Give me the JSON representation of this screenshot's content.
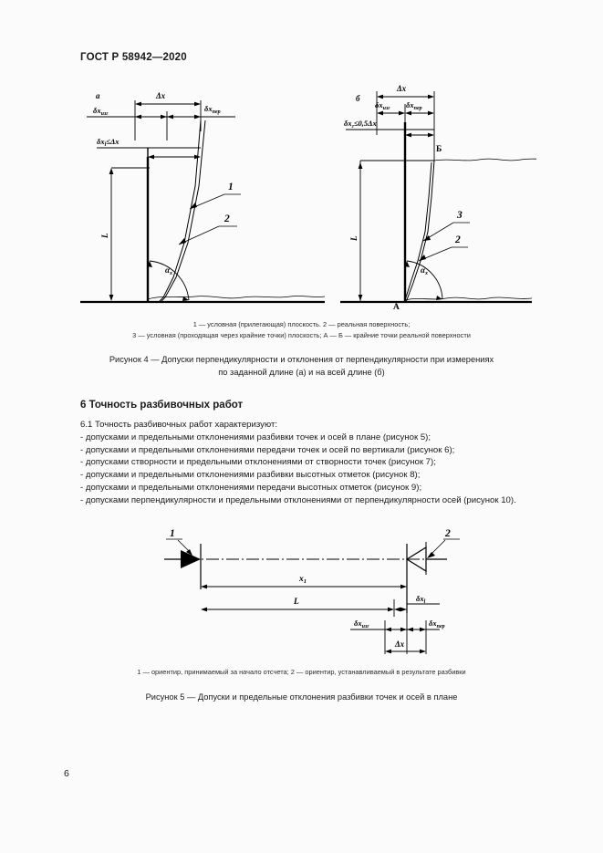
{
  "document": {
    "standard_header": "ГОСТ Р 58942—2020",
    "page_number": "6"
  },
  "figure4": {
    "label_a": "а",
    "label_b": "б",
    "diagram_a": {
      "dim_delta_x": "Δx",
      "dim_dx_izg": "δx",
      "dim_dx_izg_sub": "изг",
      "dim_dx_per": "δx",
      "dim_dx_per_sub": "пер",
      "dim_dx_l": "δx",
      "dim_dx_l_sub": "l",
      "dim_dx_l_rel": "≤Δx",
      "dim_L": "L",
      "angle_label": "α",
      "angle_sub": "x",
      "callout_1": "1",
      "callout_2": "2"
    },
    "diagram_b": {
      "dim_delta_x": "Δx",
      "dim_dx_izg": "δx",
      "dim_dx_izg_sub": "изг",
      "dim_dx_per": "δx",
      "dim_dx_per_sub": "пер",
      "dim_dx_g": "δx",
      "dim_dx_g_sub": "г",
      "dim_dx_g_rel": "≤0,5Δx",
      "dim_L": "L",
      "angle_label": "α",
      "angle_sub": "x",
      "point_A": "А",
      "point_B": "Б",
      "callout_2": "2",
      "callout_3": "3"
    },
    "note_line_1": "1 — условная (прилегающая) плоскость. 2 — реальная поверхность;",
    "note_line_2": "3 — условная (проходящая через крайние точки) плоскость; А — Б — крайние точки реальной поверхности",
    "title_line_1": "Рисунок 4 — Допуски перпендикулярности и отклонения от перпендикулярности при измерениях",
    "title_line_2": "по заданной длине (а) и на всей длине (б)"
  },
  "section6": {
    "heading": "6 Точность разбивочных работ",
    "intro": "6.1 Точность разбивочных работ характеризуют:",
    "bullets": [
      "- допусками и предельными отклонениями разбивки точек и осей в плане (рисунок 5);",
      "- допусками и предельными отклонениями передачи точек и осей по вертикали (рисунок 6);",
      "- допусками створности и предельными отклонениями от створности точек (рисунок 7);",
      "- допусками и предельными отклонениями разбивки высотных отметок (рисунок 8);",
      "- допусками и предельными отклонениями передачи высотных отметок (рисунок 9);",
      "- допусками перпендикулярности и предельными отклонениями от перпендикулярности осей (рисунок 10)."
    ]
  },
  "figure5": {
    "callout_1": "1",
    "callout_2": "2",
    "dim_x1": "x",
    "dim_x1_sub": "1",
    "dim_L": "L",
    "dim_dx_l": "δx",
    "dim_dx_l_sub": "l",
    "dim_dx_izg": "δx",
    "dim_dx_izg_sub": "изг",
    "dim_dx_per": "δx",
    "dim_dx_per_sub": "пер",
    "dim_delta_x": "Δx",
    "note": "1 — ориентир, принимаемый за начало отсчета; 2 — ориентир, устанавливаемый в результате разбивки",
    "title": "Рисунок 5 — Допуски и предельные отклонения разбивки точек и осей в плане"
  },
  "colors": {
    "page_background": "#fbfbfb",
    "ink": "#1a1a1a",
    "line": "#000000"
  }
}
